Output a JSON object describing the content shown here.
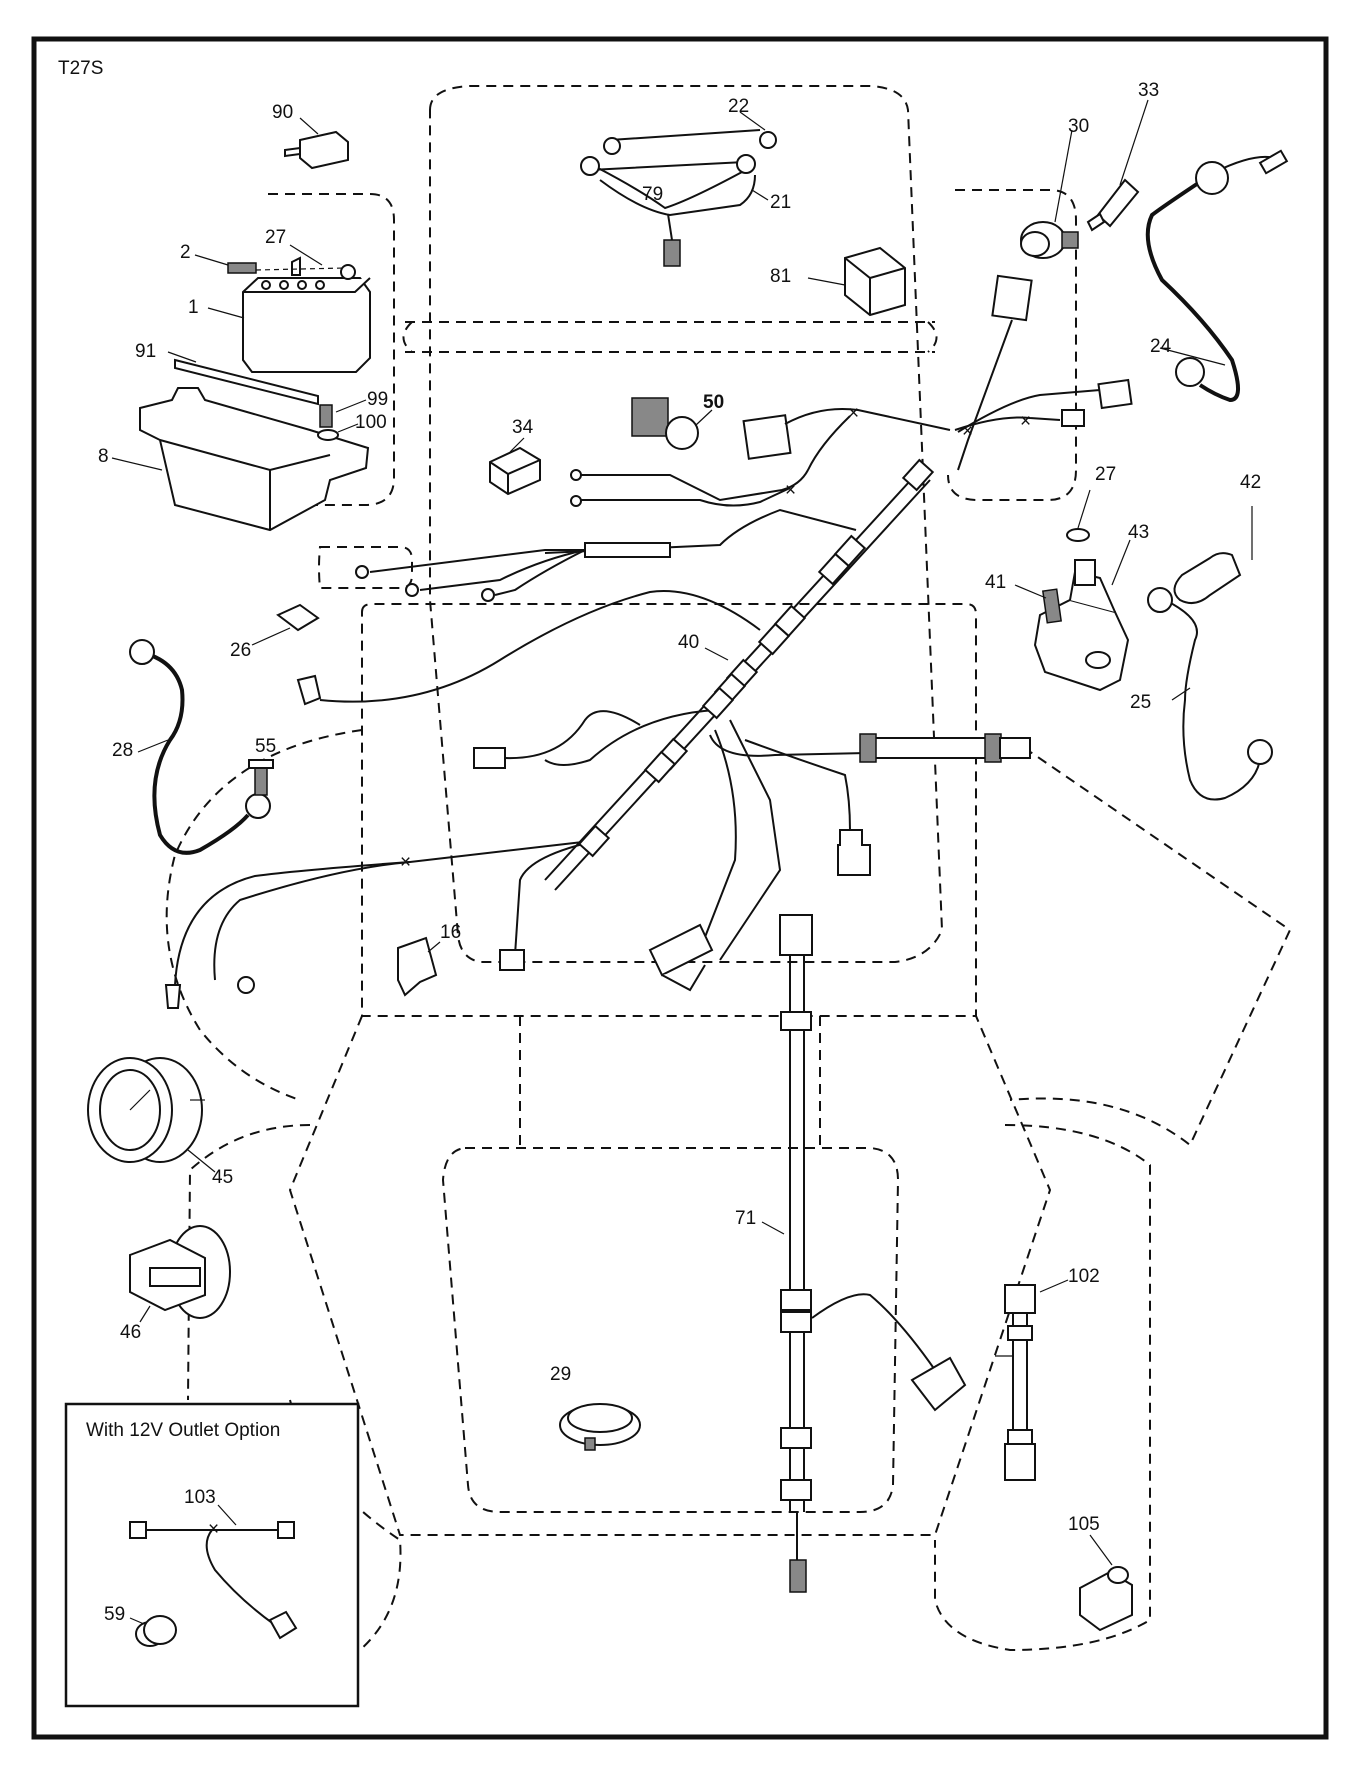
{
  "diagram": {
    "code": "T27S",
    "inset_title": "With 12V Outlet Option",
    "callouts": {
      "c90": "90",
      "c22": "22",
      "c33": "33",
      "c30": "30",
      "c2": "2",
      "c27a": "27",
      "c79": "79",
      "c21": "21",
      "c1": "1",
      "c81": "81",
      "c24": "24",
      "c91": "91",
      "c99": "99",
      "c50": "50",
      "c100": "100",
      "c8": "8",
      "c34": "34",
      "c27b": "27",
      "c42": "42",
      "c43": "43",
      "c41": "41",
      "c26": "26",
      "c40": "40",
      "c25": "25",
      "c28": "28",
      "c55": "55",
      "c16": "16",
      "c45": "45",
      "c71": "71",
      "c102": "102",
      "c46": "46",
      "c29": "29",
      "c103": "103",
      "c59": "59",
      "c105": "105"
    }
  }
}
